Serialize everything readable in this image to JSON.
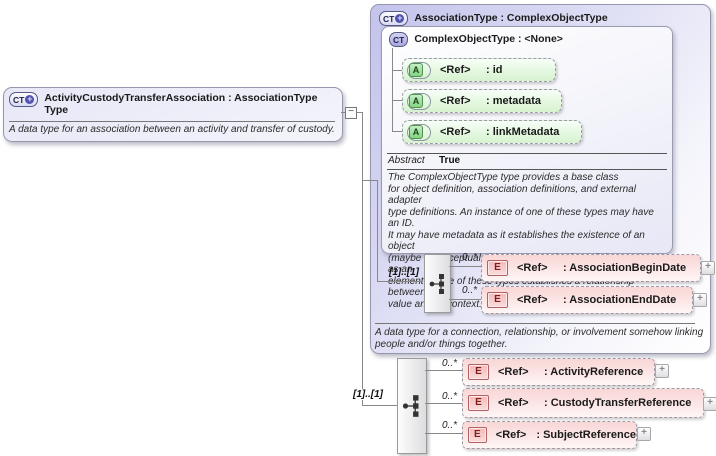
{
  "element_box": {
    "badge": "CT",
    "badge_plus": "+",
    "title_line1": "ActivityCustodyTransferAssociation : AssociationType",
    "title_line2": "Type",
    "description": "A data type for an association between an activity and transfer of custody.",
    "collapse_glyph": "−"
  },
  "association_box": {
    "badge": "CT",
    "badge_plus": "+",
    "title": "AssociationType : ComplexObjectType",
    "base_box": {
      "badge": "CT",
      "title": "ComplexObjectType : <None>",
      "attributes": [
        {
          "badge": "A",
          "ref": "<Ref>",
          "name": ": id"
        },
        {
          "badge": "A",
          "ref": "<Ref>",
          "name": ": metadata"
        },
        {
          "badge": "A",
          "ref": "<Ref>",
          "name": ": linkMetadata"
        }
      ],
      "facet": {
        "label": "Abstract",
        "value": "True"
      },
      "description": "The ComplexObjectType type provides a base class\nfor object definition, association definitions, and external adapter\ntype definitions. An instance of one of these types may have an ID.\nIt may have metadata as it establishes the existence of an object\n(maybe a conceptual object). It may also have link metadata, as an\nelement of one of these types establishes a relationship between its\nvalue and its context."
    },
    "sequence": {
      "cardinality": "[1]..[1]",
      "elements": [
        {
          "badge": "E",
          "occurs": "0..*",
          "ref": "<Ref>",
          "name": ": AssociationBeginDate",
          "expand": "+"
        },
        {
          "badge": "E",
          "occurs": "0..*",
          "ref": "<Ref>",
          "name": ": AssociationEndDate",
          "expand": "+"
        }
      ]
    },
    "description": "A data type for a connection, relationship, or involvement somehow linking\npeople and/or things together."
  },
  "extension_sequence": {
    "cardinality": "[1]..[1]",
    "elements": [
      {
        "badge": "E",
        "occurs": "0..*",
        "ref": "<Ref>",
        "name": ": ActivityReference",
        "expand": "+"
      },
      {
        "badge": "E",
        "occurs": "0..*",
        "ref": "<Ref>",
        "name": ": CustodyTransferReference",
        "expand": "+"
      },
      {
        "badge": "E",
        "occurs": "0..*",
        "ref": "<Ref>",
        "name": ": SubjectReference",
        "expand": "+"
      }
    ]
  },
  "colors": {
    "lavender_box": "#c3c3ec",
    "green_pill": "#d7f2d0",
    "pink_pill": "#f9d6d6",
    "badge_indigo": "#5050ae",
    "attr_green": "#82d682",
    "elem_red": "#f6b9b9",
    "line_gray": "#888888"
  }
}
